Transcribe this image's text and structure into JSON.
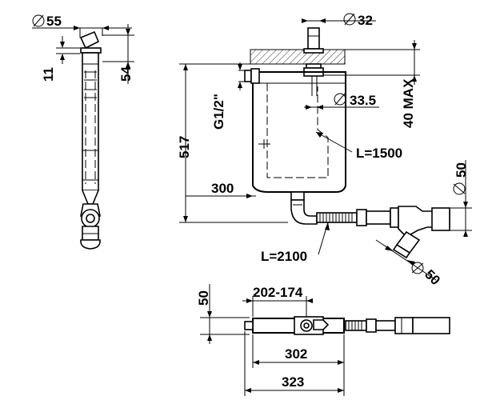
{
  "dimensions": {
    "d55": "55",
    "h11": "11",
    "h54": "54",
    "d32": "32",
    "max40": "40 MAX",
    "thread": "G1/2\"",
    "d335": "33.5",
    "h517": "517",
    "hose1500": "L=1500",
    "w300": "300",
    "hose2100": "L=2100",
    "d50a": "50",
    "d50b": "50",
    "h50": "50",
    "range202174": "202-174",
    "w302": "302",
    "w323": "323"
  },
  "symbols": {
    "diameter": "⌀"
  }
}
